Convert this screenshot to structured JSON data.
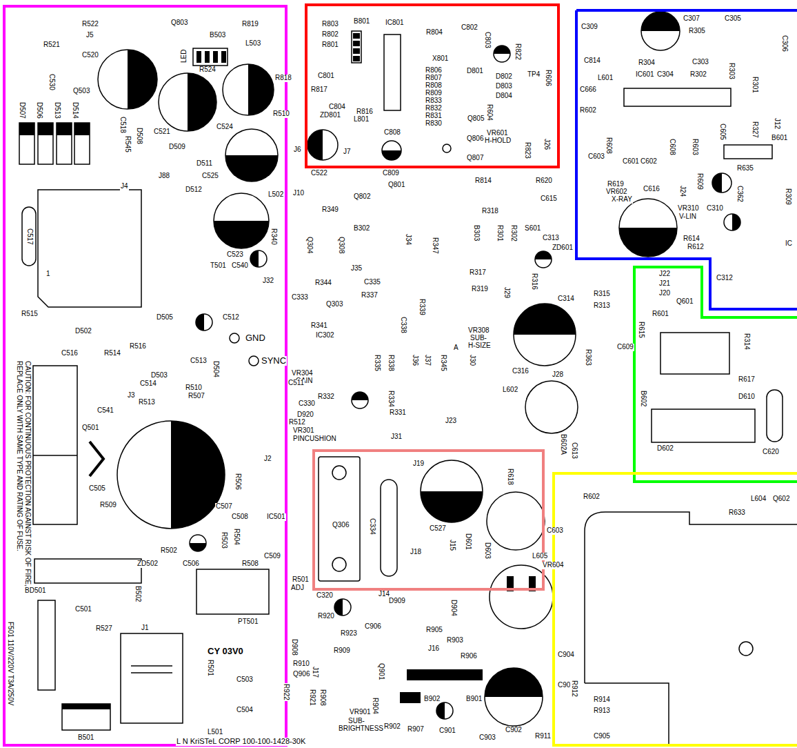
{
  "diagram": {
    "labels": [
      "R522",
      "J5",
      "Q803",
      "B503",
      "R819",
      "R521",
      "C520",
      "LED",
      "L503",
      "C530",
      "Q503",
      "R524",
      "R818",
      "D507",
      "D506",
      "D513",
      "D514",
      "C518",
      "R545",
      "D508",
      "C521",
      "C524",
      "R510",
      "D509",
      "D511",
      "C525",
      "J4",
      "J88",
      "D512",
      "L502",
      "C523",
      "R340",
      "T501",
      "C540",
      "J32",
      "1",
      "C517",
      "R515",
      "D505",
      "C512",
      "D502",
      "GND",
      "C516",
      "R516",
      "R514",
      "D503",
      "C513",
      "D504",
      "SYNC",
      "C514",
      "J3",
      "R513",
      "R510",
      "R507",
      "CAUTION: FOR CONTINUOUS PROTECTION AGAINST RISK OF FIRE, REPLACE ONLY WITH SAME TYPE AND RATING OF FUSE.",
      "C541",
      "Q501",
      "C505",
      "R509",
      "R506",
      "J2",
      "C507",
      "C508",
      "IC501",
      "R502",
      "C506",
      "R503",
      "R504",
      "C509",
      "ZD502",
      "R508",
      "BD501",
      "B502",
      "PT501",
      "C501",
      "R527",
      "J1",
      "F501 110V/220V T3A/250V",
      "CY 03V0",
      "R501",
      "C503",
      "C504",
      "B501",
      "L501",
      "L N KriSTeL CORP 100-100-1428-30K",
      "R803",
      "B801",
      "IC801",
      "R802",
      "R801",
      "R804",
      "C802",
      "C803",
      "R822",
      "X801",
      "TP4",
      "C801",
      "R806",
      "R807",
      "D801",
      "D802",
      "R808",
      "R817",
      "R809",
      "D803",
      "R606",
      "C804",
      "R833",
      "D804",
      "ZD801",
      "R816",
      "L801",
      "R832",
      "Q805",
      "R604",
      "R831",
      "VR601",
      "H-HOLD",
      "R830",
      "C808",
      "Q806",
      "C522",
      "J7",
      "C809",
      "Q807",
      "R823",
      "J26",
      "Q802",
      "Q801",
      "R814",
      "J6",
      "J10",
      "R349",
      "B302",
      "R318",
      "B303",
      "R301",
      "R302",
      "S601",
      "C313",
      "ZD601",
      "Q304",
      "Q308",
      "J34",
      "R347",
      "J35",
      "R344",
      "C335",
      "R317",
      "R316",
      "C333",
      "Q303",
      "R337",
      "R339",
      "J29",
      "R319",
      "R341",
      "IC302",
      "C338",
      "VR308",
      "SUB-",
      "H-SIZE",
      "C314",
      "R315",
      "R313",
      "A",
      "R363",
      "VR304",
      "GAIN",
      "R335",
      "R338",
      "J36",
      "J37",
      "R345",
      "J30",
      "C316",
      "J28",
      "L602",
      "C511",
      "R332",
      "R334",
      "R331",
      "C330",
      "D920",
      "R512",
      "VR301",
      "PINCUSHION",
      "J23",
      "J31",
      "C613",
      "B602A",
      "J19",
      "C527",
      "Q306",
      "C334",
      "J18",
      "J15",
      "D601",
      "D603",
      "R618",
      "L605",
      "VR604",
      "R501",
      "ADJ",
      "C320",
      "J14",
      "D909",
      "D904",
      "R920",
      "R923",
      "C906",
      "R905",
      "R903",
      "D908",
      "J16",
      "R906",
      "R909",
      "J17",
      "Q901",
      "R910",
      "Q906",
      "R922",
      "R921",
      "R908",
      "VR901",
      "SUB-",
      "BRIGHTNESS",
      "R904",
      "R902",
      "R907",
      "B902",
      "B901",
      "C901",
      "C902",
      "C903",
      "R911",
      "C904",
      "C903",
      "R912",
      "R914",
      "R913",
      "C905",
      "C309",
      "C307",
      "C305",
      "R305",
      "C306",
      "C814",
      "R304",
      "C303",
      "IC601",
      "C304",
      "R302",
      "R303",
      "R301",
      "L601",
      "C666",
      "R602",
      "J12",
      "R327",
      "C605",
      "C603",
      "R608",
      "C601",
      "C602",
      "C608",
      "R603",
      "B601",
      "R635",
      "R619",
      "VR602",
      "X-RAY",
      "R609",
      "C616",
      "J24",
      "C362",
      "R309",
      "C310",
      "VR310",
      "V-LIN",
      "R614",
      "R612",
      "IC",
      "R620",
      "C615",
      "J22",
      "J21",
      "J20",
      "C312",
      "Q601",
      "R601",
      "R615",
      "R314",
      "C609",
      "B602",
      "R617",
      "D610",
      "D602",
      "C620",
      "R602",
      "R633",
      "L604",
      "Q602",
      "C603"
    ]
  }
}
